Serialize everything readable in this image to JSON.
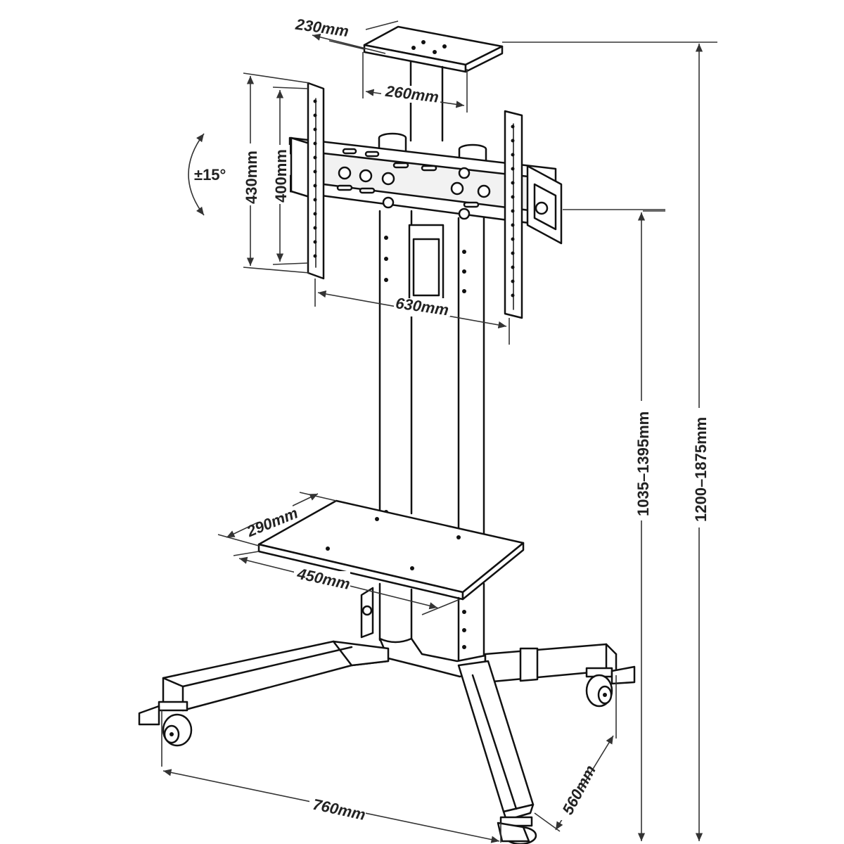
{
  "dimensions": {
    "top_shelf_depth": "230mm",
    "top_shelf_width": "260mm",
    "tilt": "±15°",
    "bracket_outer_height": "430mm",
    "bracket_inner_height": "400mm",
    "bracket_width": "630mm",
    "bracket_height_range": "1035–1395mm",
    "overall_height_range": "1200–1875mm",
    "tray_depth": "290mm",
    "tray_width": "450mm",
    "base_width": "760mm",
    "base_depth": "560mm"
  }
}
